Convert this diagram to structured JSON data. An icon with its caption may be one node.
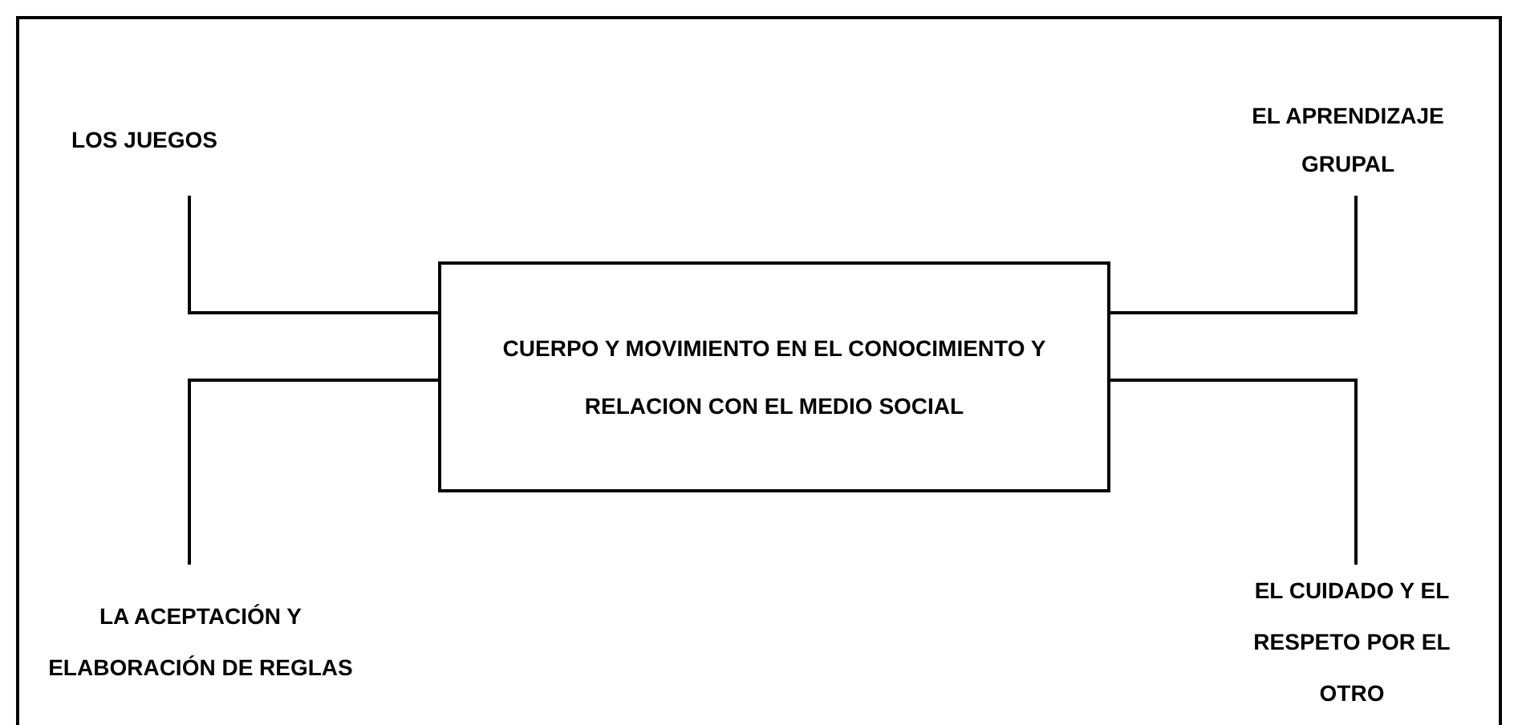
{
  "diagram": {
    "nodes": [
      {
        "text": [
          "CUERPO Y MOVIMIENTO EN EL CONOCIMIENTO Y RELACION CON EL MEDIO SOCIAL"
        ]
      },
      {
        "text": [
          "LOS JUEGOS"
        ]
      },
      {
        "text": [
          "EL APRENDIZAJE GRUPAL"
        ]
      },
      {
        "text": [
          "LA ACEPTACIÓN Y ELABORACIÓN DE REGLAS"
        ]
      },
      {
        "text": [
          "EL CUIDADO Y EL RESPETO POR EL OTRO"
        ]
      }
    ],
    "edges": [
      {
        "from": 1,
        "to": 0,
        "arrow": "none"
      },
      {
        "from": 2,
        "to": 0,
        "arrow": "none"
      },
      {
        "from": 3,
        "to": 0,
        "arrow": "none"
      },
      {
        "from": 4,
        "to": 0,
        "arrow": "none"
      }
    ]
  }
}
